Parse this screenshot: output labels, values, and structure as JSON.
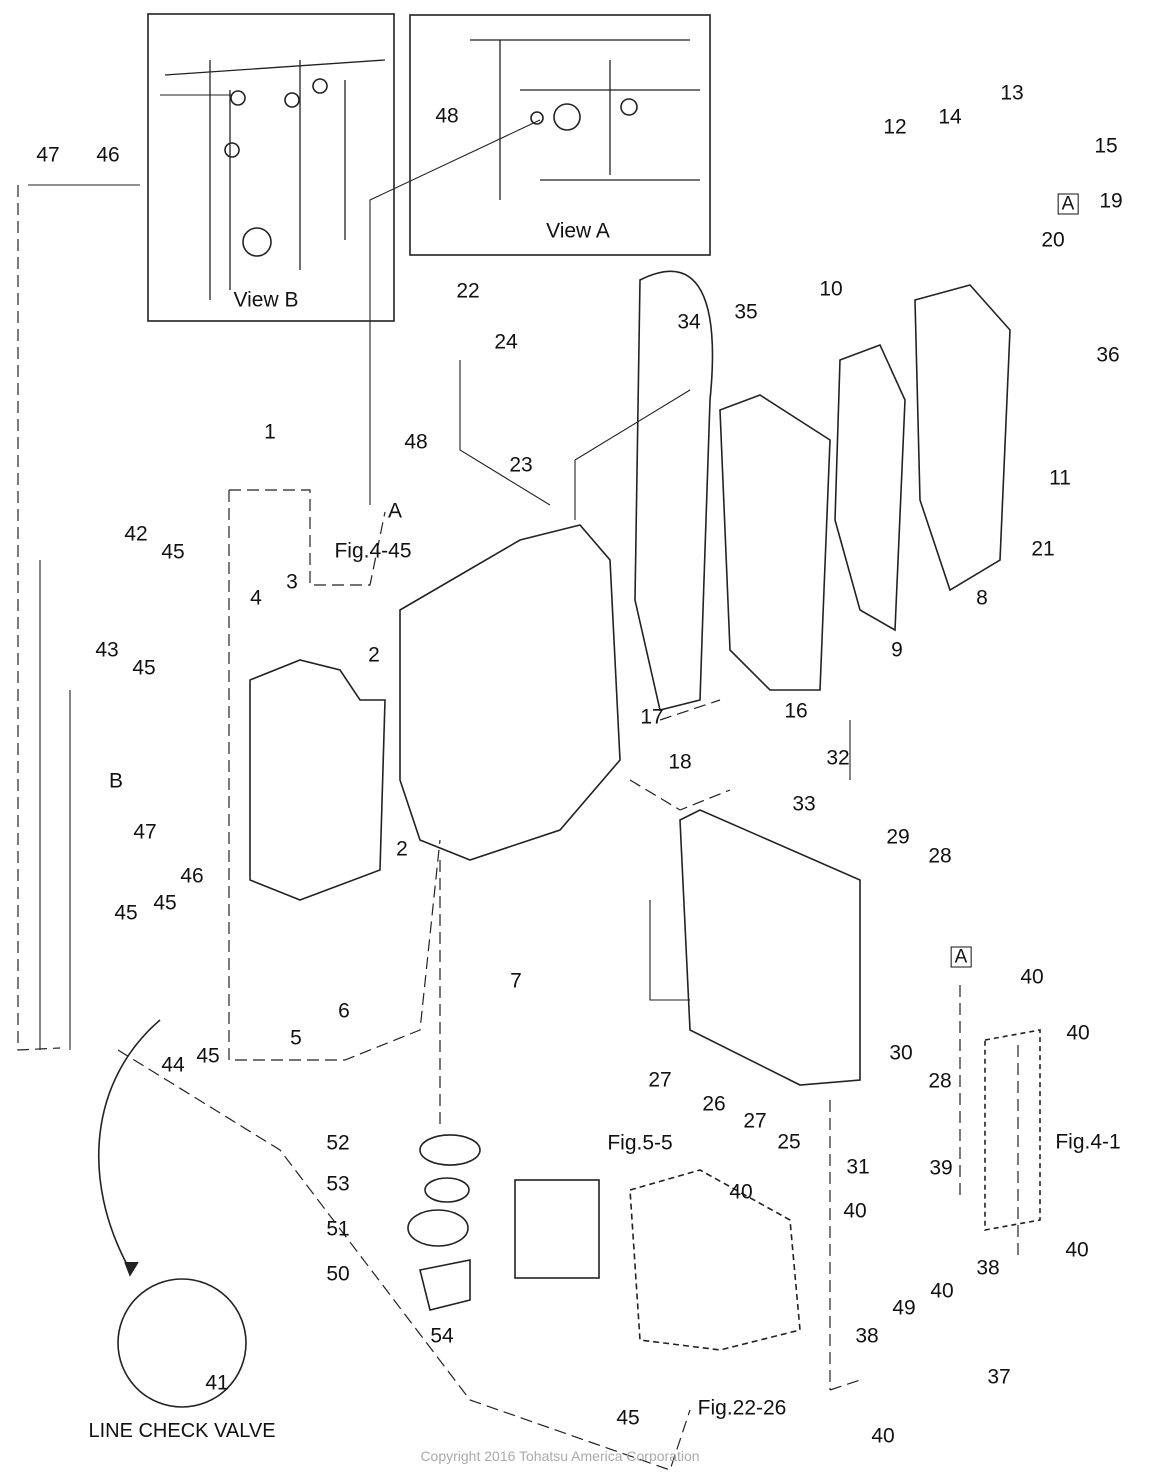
{
  "diagram": {
    "views": {
      "view_b": "View B",
      "view_a": "View A"
    },
    "callouts": [
      "47",
      "46",
      "48",
      "13",
      "12",
      "14",
      "15",
      "19",
      "A",
      "20",
      "10",
      "36",
      "22",
      "24",
      "34",
      "35",
      "23",
      "48",
      "11",
      "21",
      "8",
      "1",
      "A",
      "Fig.4-45",
      "42",
      "45",
      "3",
      "4",
      "2",
      "43",
      "45",
      "17",
      "16",
      "9",
      "18",
      "32",
      "33",
      "B",
      "47",
      "46",
      "2",
      "29",
      "28",
      "7",
      "45",
      "45",
      "A",
      "40",
      "40",
      "5",
      "6",
      "44",
      "45",
      "27",
      "26",
      "27",
      "25",
      "30",
      "28",
      "31",
      "Fig.4-1",
      "52",
      "53",
      "51",
      "50",
      "54",
      "Fig.5-5",
      "40",
      "39",
      "40",
      "40",
      "49",
      "38",
      "40",
      "38",
      "37",
      "45",
      "Fig.22-26",
      "40",
      "41"
    ],
    "detail_caption": "LINE CHECK VALVE",
    "copyright": "Copyright 2016 Tohatsu America Corporation"
  }
}
